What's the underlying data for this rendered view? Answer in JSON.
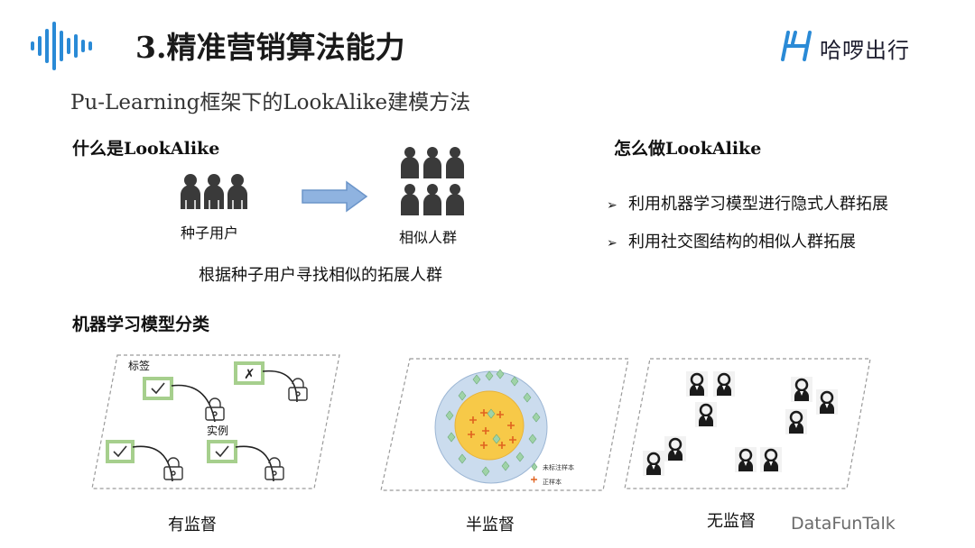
{
  "slide": {
    "title": "3.精准营销算法能力",
    "subtitle": "Pu-Learning框架下的LookAlike建模方法"
  },
  "brand": {
    "logo_icon": "waveform-icon",
    "company_name": "哈啰出行",
    "company_mark": "h-logo-icon",
    "accent_color": "#2a8ad6"
  },
  "what_is": {
    "heading": "什么是LookAlike",
    "seed_label": "种子用户",
    "similar_label": "相似人群",
    "description": "根据种子用户寻找相似的拓展人群",
    "arrow_color": "#8fb3e0"
  },
  "how_to": {
    "heading": "怎么做LookAlike",
    "bullets": [
      "利用机器学习模型进行隐式人群拓展",
      "利用社交图结构的相似人群拓展"
    ]
  },
  "ml_types": {
    "heading": "机器学习模型分类",
    "supervised": {
      "caption": "有监督",
      "tag_label": "标签",
      "instance_label": "实例"
    },
    "semi_supervised": {
      "caption": "半监督",
      "legend_unlabeled": "未标注样本",
      "legend_positive": "正样本"
    },
    "unsupervised": {
      "caption": "无监督"
    }
  },
  "footer": {
    "watermark": "DataFunTalk"
  }
}
